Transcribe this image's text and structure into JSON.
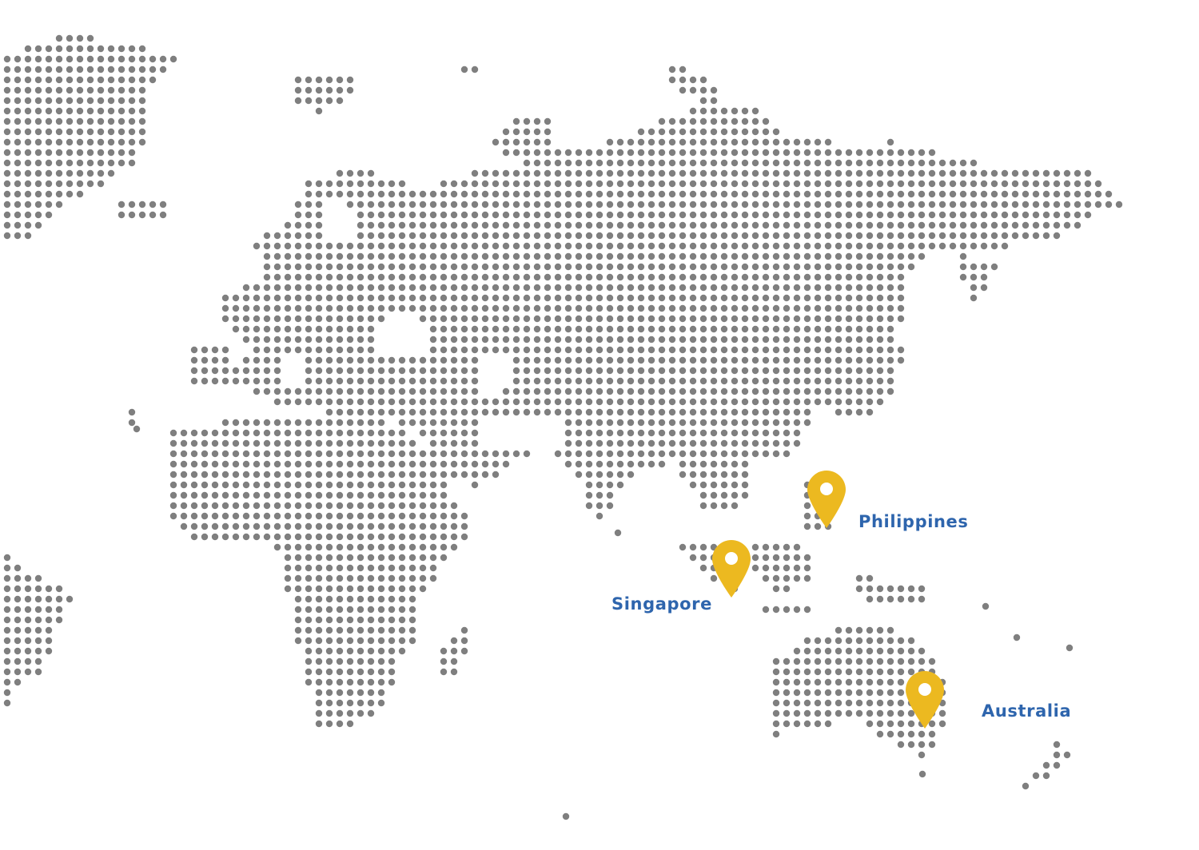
{
  "colors": {
    "background": "#ffffff",
    "land_dot": "#7f7f7f",
    "pin": "#ecb920",
    "pin_hole": "#ffffff",
    "label": "#2e65ad"
  },
  "markers": [
    {
      "id": "philippines",
      "label": "Philippines",
      "icon": "map-pin-icon"
    },
    {
      "id": "singapore",
      "label": "Singapore",
      "icon": "map-pin-icon"
    },
    {
      "id": "australia",
      "label": "Australia",
      "icon": "map-pin-icon"
    }
  ]
}
